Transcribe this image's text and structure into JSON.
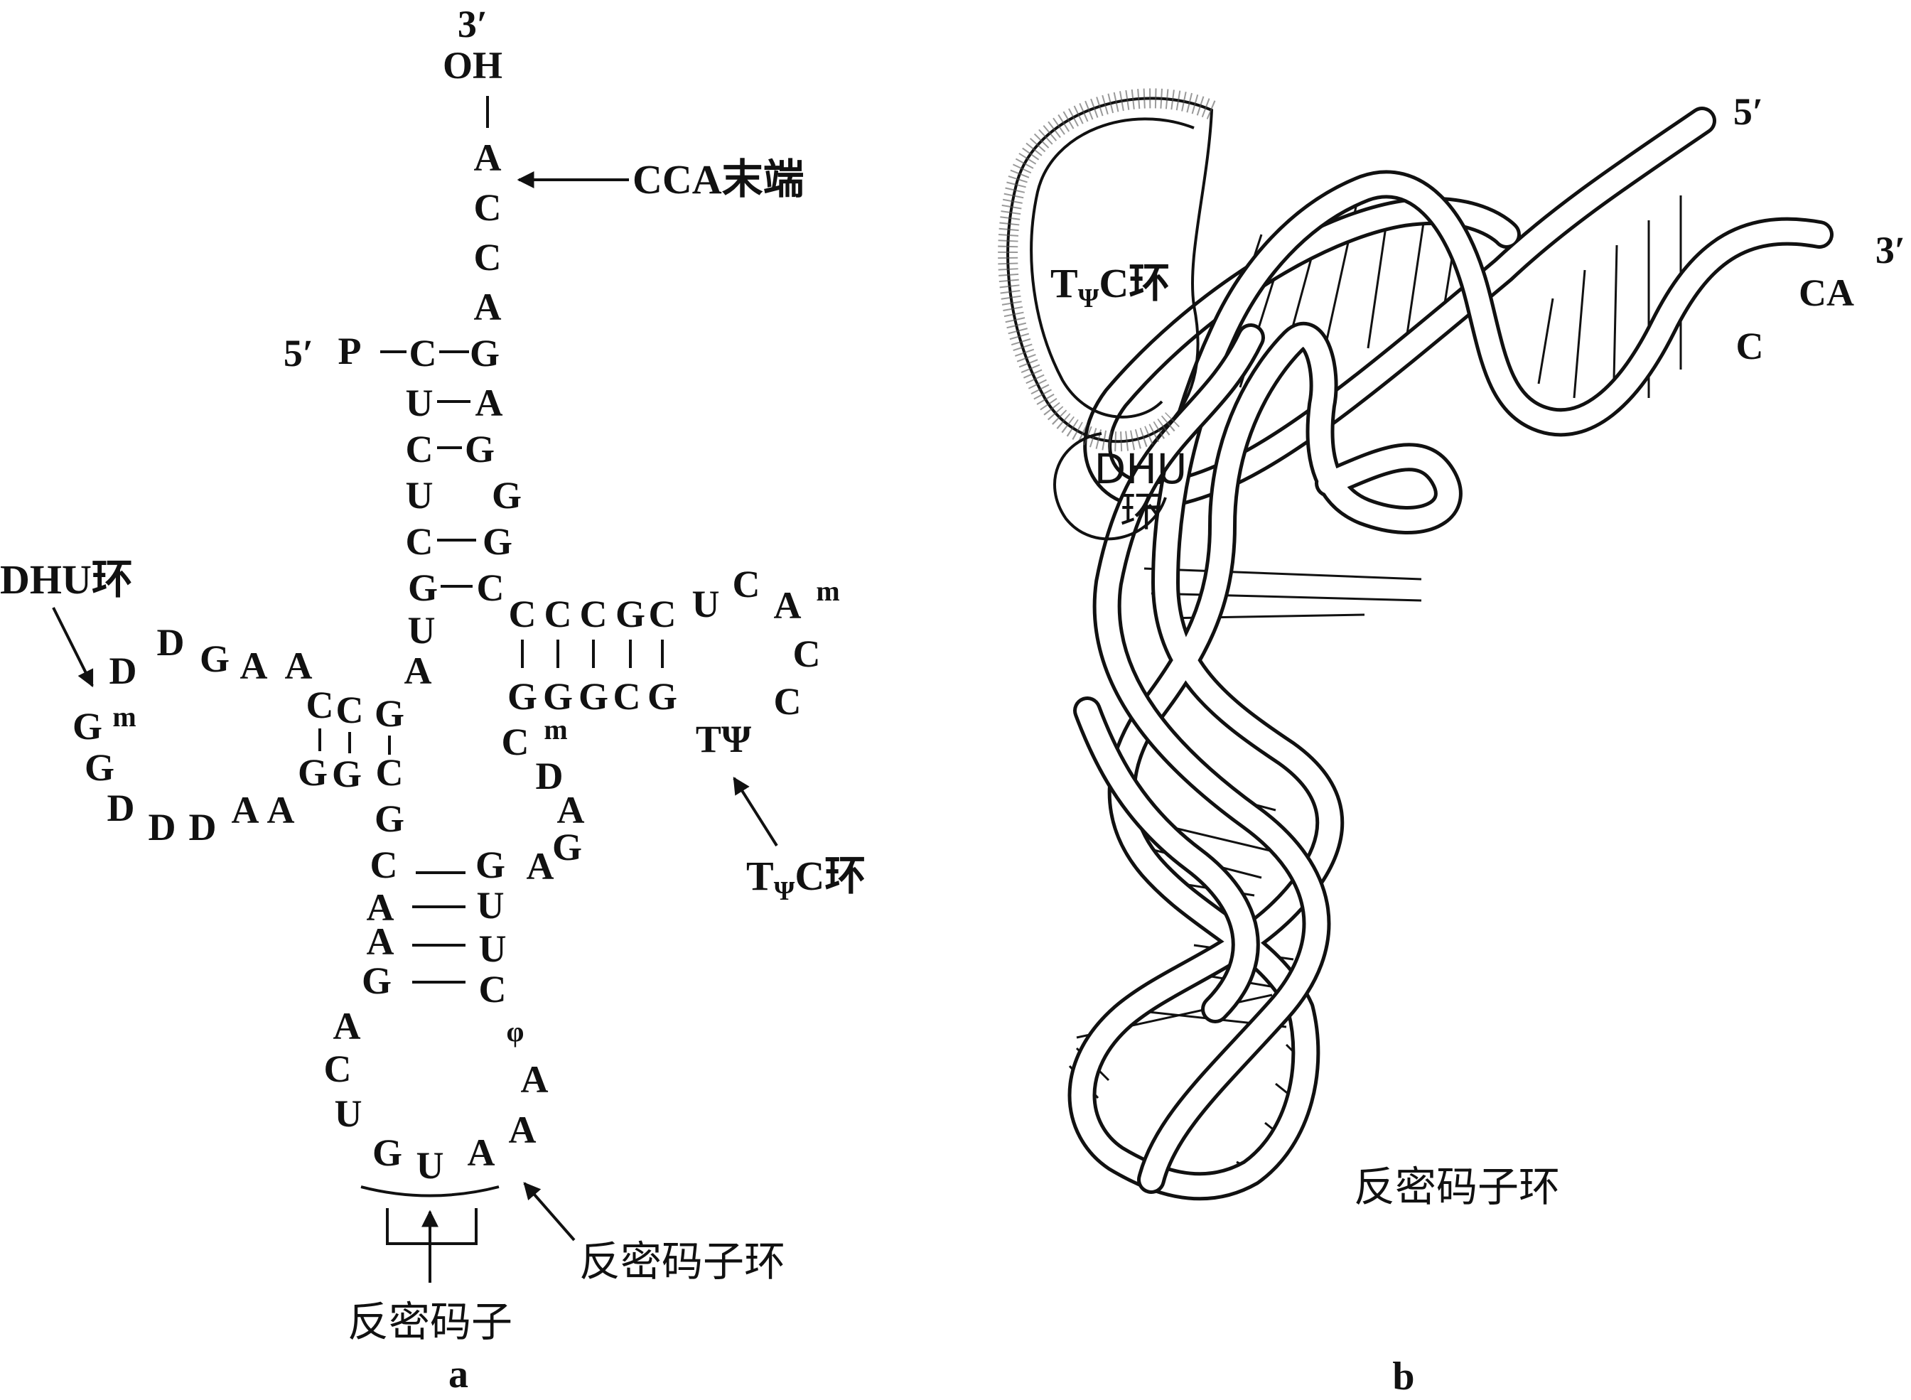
{
  "panel_a": {
    "panel_label": "a",
    "three_prime": "3′",
    "oh": "OH",
    "five_prime": "5′",
    "phosphate": "P",
    "cca_end_label": "CCA末端",
    "dhu_loop_label": "DHU环",
    "tpsic_loop_label": {
      "t": "T",
      "psi": "Ψ",
      "rest": "C环"
    },
    "anticodon_loop_label": "反密码子环",
    "anticodon_label": "反密码子",
    "tpsi_text": "TΨ",
    "phi": "φ",
    "acceptor_3prime": [
      "A",
      "C",
      "C",
      "A"
    ],
    "acceptor_5prime_strand": [
      "C",
      "U",
      "C",
      "U",
      "C",
      "G"
    ],
    "acceptor_3prime_strand": [
      "G",
      "A",
      "G",
      "G",
      "G",
      "C"
    ],
    "junction_u": "U",
    "junction_a": "A",
    "dhu_stem_top": [
      "C",
      "C",
      "G"
    ],
    "dhu_stem_bottom": [
      "G",
      "G",
      "C"
    ],
    "dhu_loop": [
      "D",
      "D",
      "G",
      "A",
      "A",
      "G",
      "m",
      "G",
      "D",
      "D",
      "D",
      "A",
      "A"
    ],
    "tpsic_stem_top": [
      "C",
      "C",
      "C",
      "G",
      "C"
    ],
    "tpsic_stem_bottom": [
      "G",
      "G",
      "G",
      "C",
      "G"
    ],
    "tpsic_loop": [
      "U",
      "C",
      "A",
      "m",
      "C",
      "C"
    ],
    "variable_loop": [
      "C",
      "m",
      "D",
      "A",
      "G",
      "A"
    ],
    "anticodon_stem_5prime": [
      "G",
      "C",
      "A",
      "A",
      "G"
    ],
    "anticodon_stem_3prime": [
      "G",
      "U",
      "U",
      "C"
    ],
    "anticodon_loop": [
      "A",
      "C",
      "U",
      "G",
      "U",
      "A",
      "A",
      "A"
    ]
  },
  "panel_b": {
    "panel_label": "b",
    "five_prime": "5′",
    "three_prime": "3′",
    "ca": "CA",
    "c": "C",
    "tpsic_loop_label": {
      "t": "T",
      "psi": "Ψ",
      "rest": "C环"
    },
    "dhu_label_line1": "DHU",
    "dhu_label_line2": "环",
    "anticodon_loop_label": "反密码子环"
  }
}
